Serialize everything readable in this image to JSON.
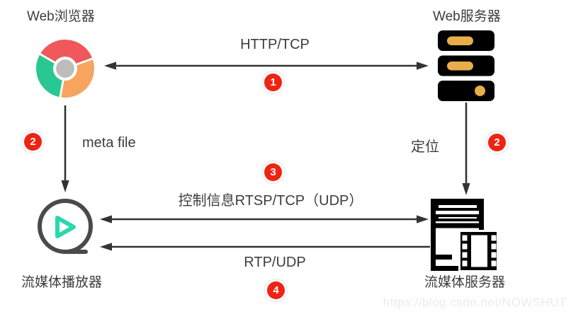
{
  "diagram": {
    "watermark": "https://blog.csdn.net/NOWSHUT",
    "colors": {
      "badge_red": "#ee2413",
      "line": "#333333",
      "text": "#3d3d3d",
      "chrome_red": "#f0585c",
      "chrome_green": "#29c893",
      "chrome_orange": "#f6a45e",
      "chrome_gray": "#bcbcbc",
      "server_black": "#000000",
      "server_amber": "#e9ae4b",
      "player_ring": "#4a4a4a",
      "player_teal": "#2bd8ad"
    },
    "nodes": [
      {
        "label": "Web浏览器",
        "icon": "chrome-browser-icon"
      },
      {
        "label": "Web服务器",
        "icon": "web-server-icon"
      },
      {
        "label": "流媒体播放器",
        "icon": "media-player-icon"
      },
      {
        "label": "流媒体服务器",
        "icon": "media-server-icon"
      }
    ],
    "edges": [
      {
        "badge": "1",
        "label": "HTTP/TCP",
        "from": "Web浏览器",
        "to": "Web服务器",
        "direction": "bidirectional"
      },
      {
        "badge": "2",
        "label": "meta file",
        "from": "Web浏览器",
        "to": "流媒体播放器",
        "direction": "down"
      },
      {
        "badge": "2",
        "label": "定位",
        "from": "Web服务器",
        "to": "流媒体服务器",
        "direction": "down"
      },
      {
        "badge": "3",
        "label": "控制信息RTSP/TCP（UDP）",
        "from": "流媒体播放器",
        "to": "流媒体服务器",
        "direction": "bidirectional"
      },
      {
        "badge": "4",
        "label": "RTP/UDP",
        "from": "流媒体服务器",
        "to": "流媒体播放器",
        "direction": "left"
      }
    ]
  }
}
